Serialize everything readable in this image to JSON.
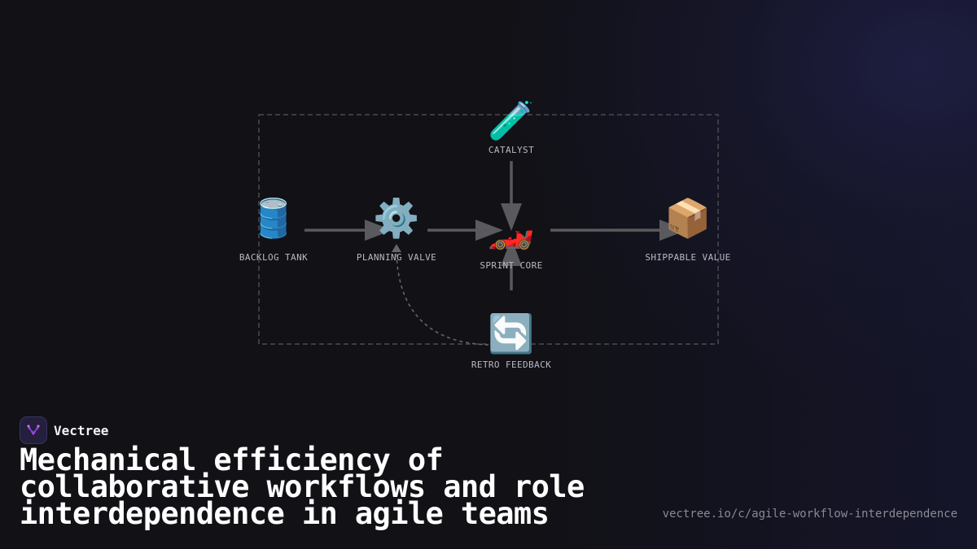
{
  "brand": {
    "name": "Vectree",
    "logo_icon": "vectree-logo-icon",
    "accent": "#b04cf0"
  },
  "title": "Mechanical efficiency of collaborative workflows and role interdependence in agile teams",
  "url": "vectree.io/c/agile-workflow-interdependence",
  "diagram": {
    "nodes": [
      {
        "id": "backlog",
        "label": "BACKLOG TANK",
        "icon": "oil-drum-icon",
        "glyph": "🛢️"
      },
      {
        "id": "planning",
        "label": "PLANNING VALVE",
        "icon": "gear-icon",
        "glyph": "⚙️"
      },
      {
        "id": "sprint",
        "label": "SPRINT CORE",
        "icon": "race-car-icon",
        "glyph": "🏎️"
      },
      {
        "id": "catalyst",
        "label": "CATALYST",
        "icon": "test-tube-icon",
        "glyph": "🧪"
      },
      {
        "id": "shippable",
        "label": "SHIPPABLE VALUE",
        "icon": "package-icon",
        "glyph": "📦"
      },
      {
        "id": "retro",
        "label": "RETRO FEEDBACK",
        "icon": "cycle-arrows-icon",
        "glyph": "🔄"
      }
    ],
    "edges": [
      {
        "from": "backlog",
        "to": "planning",
        "style": "solid"
      },
      {
        "from": "planning",
        "to": "sprint",
        "style": "solid"
      },
      {
        "from": "catalyst",
        "to": "sprint",
        "style": "solid"
      },
      {
        "from": "retro",
        "to": "sprint",
        "style": "solid"
      },
      {
        "from": "sprint",
        "to": "shippable",
        "style": "solid"
      },
      {
        "from": "retro",
        "to": "planning",
        "style": "dashed"
      }
    ],
    "colors": {
      "edge": "#5a5a5e",
      "boundary": "#4a4a50",
      "label": "#b9b9c2"
    }
  }
}
